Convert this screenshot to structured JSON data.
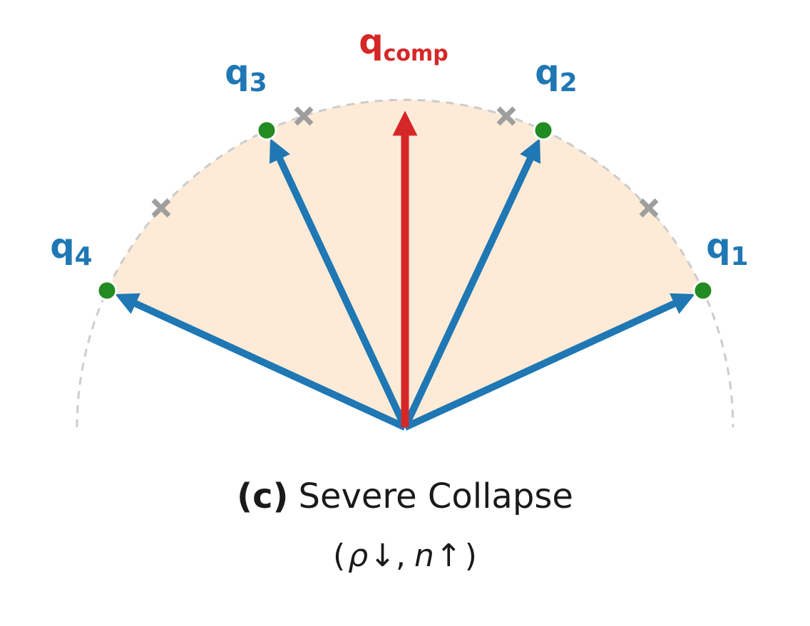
{
  "labels": {
    "qcomp": {
      "base": "q",
      "sub": "comp"
    },
    "q1": {
      "base": "q",
      "sub": "1"
    },
    "q2": {
      "base": "q",
      "sub": "2"
    },
    "q3": {
      "base": "q",
      "sub": "3"
    },
    "q4": {
      "base": "q",
      "sub": "4"
    }
  },
  "caption": {
    "prefix": "(c)",
    "title": "Severe Collapse",
    "open": "(",
    "rho": "ρ",
    "down": "↓",
    "sep": ",",
    "n": "n",
    "up": "↑",
    "close": ")"
  },
  "colors": {
    "query_blue": "#1f77b4",
    "comp_red": "#d62728",
    "dot_green": "#228B22",
    "miss_gray": "#9e9e9e",
    "sector_fill": "#fdebd7",
    "arc_dash": "#cccccc",
    "caption_text": "#1a1a1a"
  }
}
